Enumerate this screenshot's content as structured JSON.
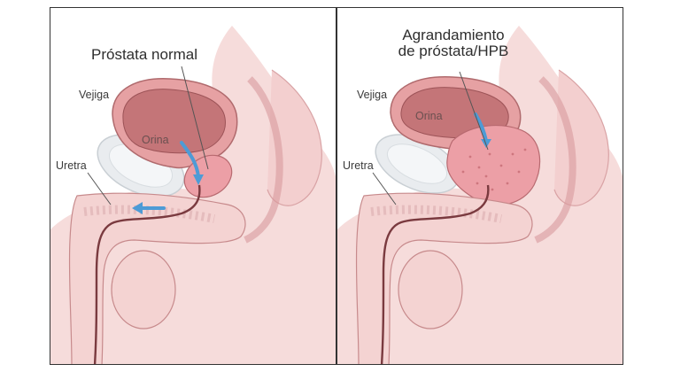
{
  "panels": {
    "left": {
      "title": "Próstata normal",
      "labels": {
        "bladder": "Vejiga",
        "urine": "Orina",
        "urethra": "Uretra"
      }
    },
    "right": {
      "title_line1": "Agrandamiento",
      "title_line2": "de próstata/HPB",
      "labels": {
        "bladder": "Vejiga",
        "urine": "Orina",
        "urethra": "Uretra"
      }
    }
  },
  "colors": {
    "skin": "#f4d3d2",
    "tissue_outline": "#c78a8c",
    "bladder_wall": "#e6a1a3",
    "bladder_inner": "#c47578",
    "prostate": "#ec9fa6",
    "urine_arrow": "#4d9bd6",
    "bone": "#e9ecef",
    "urethra": "#7a3a3f"
  }
}
